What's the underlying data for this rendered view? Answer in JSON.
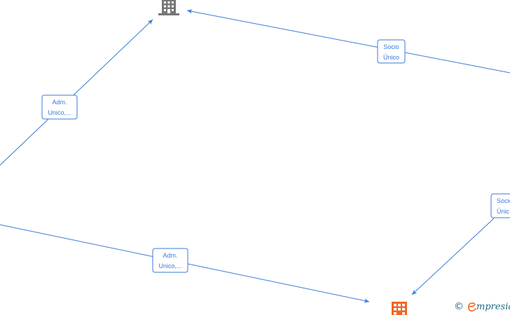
{
  "colors": {
    "edge": "#3a7bd5",
    "company_gray": "#777777",
    "company_orange": "#f26522",
    "brand": "#1b6a87"
  },
  "nodes": [
    {
      "id": "company-top",
      "icon": "building-icon",
      "color": "#777777"
    },
    {
      "id": "company-bottom",
      "icon": "building-icon",
      "color": "#f26522"
    }
  ],
  "edges": [
    {
      "id": "edge-top-right",
      "label": [
        "Socio",
        "Único"
      ]
    },
    {
      "id": "edge-top-left",
      "label": [
        "Adm.",
        "Unico,..."
      ]
    },
    {
      "id": "edge-bottom-left",
      "label": [
        "Adm.",
        "Unico,..."
      ]
    },
    {
      "id": "edge-bottom-right",
      "label": [
        "Socio",
        "Únic"
      ]
    }
  ],
  "watermark": {
    "symbol": "©",
    "brand": "mpresia"
  }
}
